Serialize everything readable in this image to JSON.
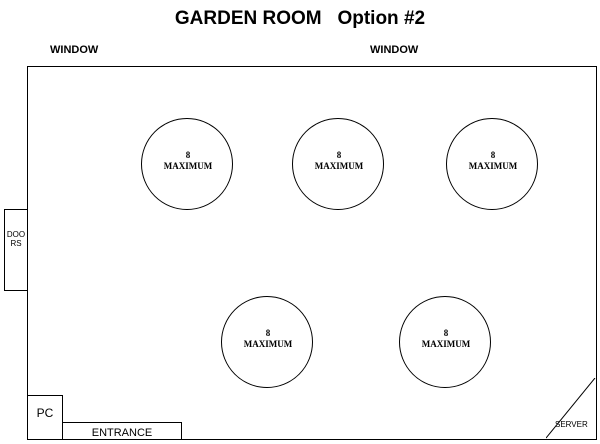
{
  "title": "GARDEN ROOM   Option #2",
  "windows": [
    {
      "label": "WINDOW"
    },
    {
      "label": "WINDOW"
    }
  ],
  "doors": {
    "label": "DOORS"
  },
  "tables": [
    {
      "count": "8",
      "label": "MAXIMUM"
    },
    {
      "count": "8",
      "label": "MAXIMUM"
    },
    {
      "count": "8",
      "label": "MAXIMUM"
    },
    {
      "count": "8",
      "label": "MAXIMUM"
    },
    {
      "count": "8",
      "label": "MAXIMUM"
    }
  ],
  "pc": {
    "label": "PC"
  },
  "entrance": {
    "label": "ENTRANCE"
  },
  "server": {
    "label": "SERVER"
  }
}
